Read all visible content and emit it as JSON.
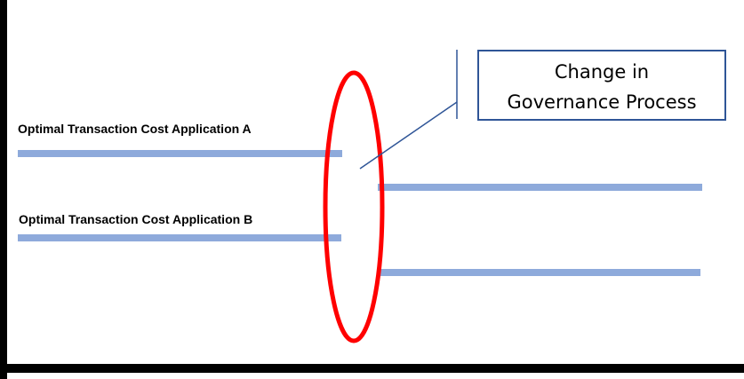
{
  "labels": {
    "app_a": "Optimal Transaction Cost Application A",
    "app_b": "Optimal Transaction Cost Application B"
  },
  "callout": {
    "line1": "Change in",
    "line2": "Governance Process"
  },
  "colors": {
    "bar": "#8eaadb",
    "ellipse": "#ff0000",
    "callout": "#2f5597",
    "axis": "#000000"
  }
}
